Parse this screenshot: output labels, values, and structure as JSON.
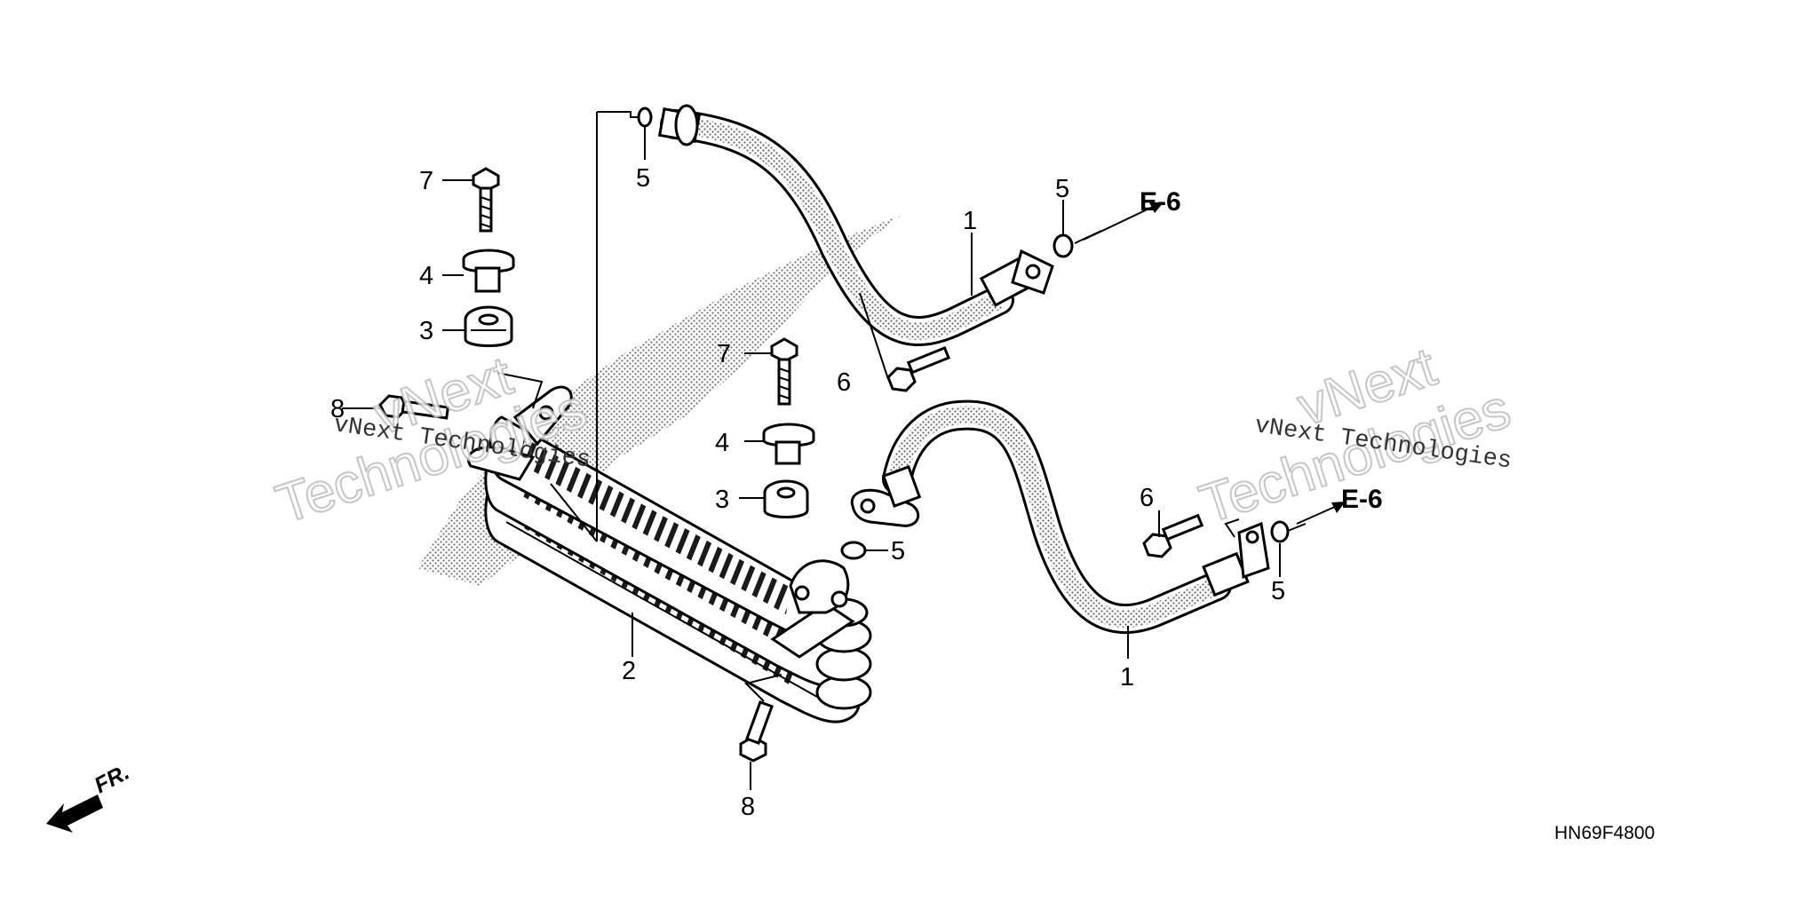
{
  "diagram_code": "HN69F4800",
  "direction_label": "FR.",
  "cross_refs": [
    "E-6",
    "E-6"
  ],
  "watermarks": {
    "large_lines": [
      "vNext",
      "Technologies"
    ],
    "small": "vNext Technologies"
  },
  "callouts": [
    {
      "id": "c1a",
      "text": "1"
    },
    {
      "id": "c1b",
      "text": "1"
    },
    {
      "id": "c2",
      "text": "2"
    },
    {
      "id": "c3a",
      "text": "3"
    },
    {
      "id": "c3b",
      "text": "3"
    },
    {
      "id": "c4a",
      "text": "4"
    },
    {
      "id": "c4b",
      "text": "4"
    },
    {
      "id": "c5a",
      "text": "5"
    },
    {
      "id": "c5b",
      "text": "5"
    },
    {
      "id": "c5c",
      "text": "5"
    },
    {
      "id": "c5d",
      "text": "5"
    },
    {
      "id": "c6a",
      "text": "6"
    },
    {
      "id": "c6b",
      "text": "6"
    },
    {
      "id": "c7a",
      "text": "7"
    },
    {
      "id": "c7b",
      "text": "7"
    },
    {
      "id": "c8a",
      "text": "8"
    },
    {
      "id": "c8b",
      "text": "8"
    }
  ]
}
